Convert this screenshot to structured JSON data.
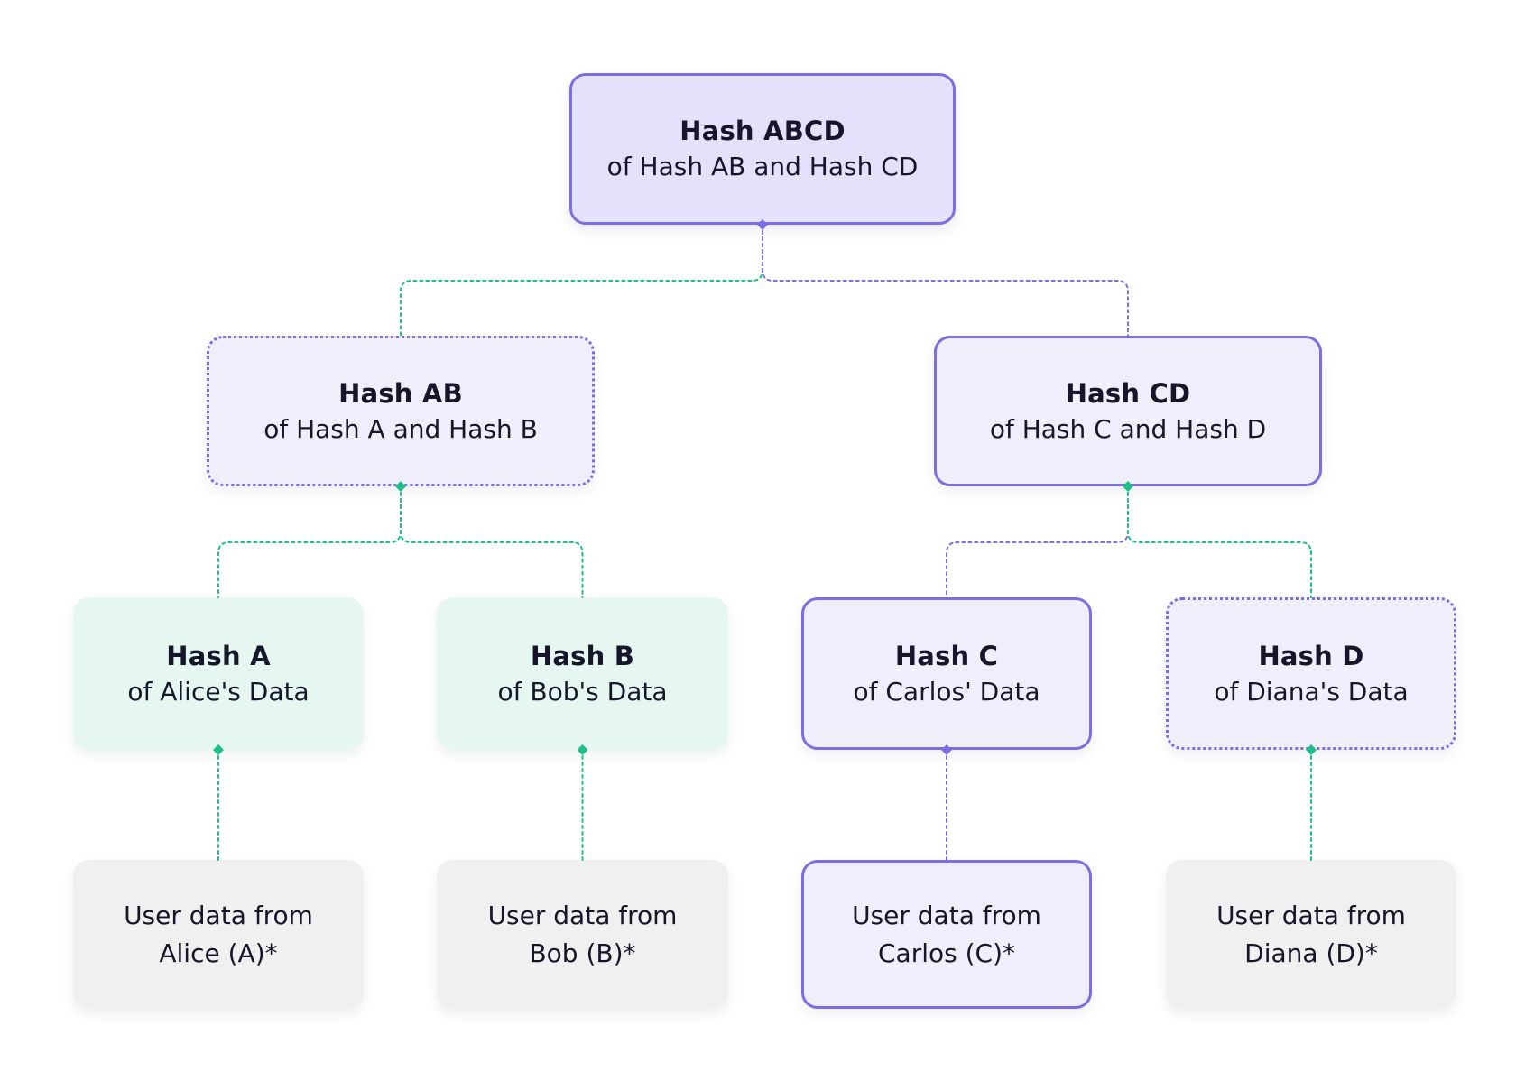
{
  "colors": {
    "purple": "#7b6ee0",
    "green": "#1fbf8a",
    "root_fill": "#e3e1fb",
    "purple_fill": "#efeefb",
    "green_fill": "#e6f6f1",
    "gray_fill": "#f0f0f1",
    "text": "#16162a"
  },
  "nodes": {
    "hash_abcd": {
      "title": "Hash ABCD",
      "subtitle": "of Hash AB and Hash CD"
    },
    "hash_ab": {
      "title": "Hash AB",
      "subtitle": "of Hash A and Hash B"
    },
    "hash_cd": {
      "title": "Hash CD",
      "subtitle": "of Hash C and Hash D"
    },
    "hash_a": {
      "title": "Hash A",
      "subtitle": "of Alice's Data"
    },
    "hash_b": {
      "title": "Hash B",
      "subtitle": "of Bob's Data"
    },
    "hash_c": {
      "title": "Hash C",
      "subtitle": "of Carlos' Data"
    },
    "hash_d": {
      "title": "Hash D",
      "subtitle": "of Diana's Data"
    },
    "data_a": {
      "line1": "User data from",
      "line2": "Alice (A)*"
    },
    "data_b": {
      "line1": "User data from",
      "line2": "Bob (B)*"
    },
    "data_c": {
      "line1": "User data from",
      "line2": "Carlos (C)*"
    },
    "data_d": {
      "line1": "User data from",
      "line2": "Diana (D)*"
    }
  },
  "edges": [
    {
      "from": "hash_abcd",
      "to": "hash_ab",
      "color": "green"
    },
    {
      "from": "hash_abcd",
      "to": "hash_cd",
      "color": "purple"
    },
    {
      "from": "hash_ab",
      "to": "hash_a",
      "color": "green"
    },
    {
      "from": "hash_ab",
      "to": "hash_b",
      "color": "green"
    },
    {
      "from": "hash_cd",
      "to": "hash_c",
      "color": "purple"
    },
    {
      "from": "hash_cd",
      "to": "hash_d",
      "color": "green"
    },
    {
      "from": "hash_a",
      "to": "data_a",
      "color": "green"
    },
    {
      "from": "hash_b",
      "to": "data_b",
      "color": "green"
    },
    {
      "from": "hash_c",
      "to": "data_c",
      "color": "purple"
    },
    {
      "from": "hash_d",
      "to": "data_d",
      "color": "green"
    }
  ]
}
